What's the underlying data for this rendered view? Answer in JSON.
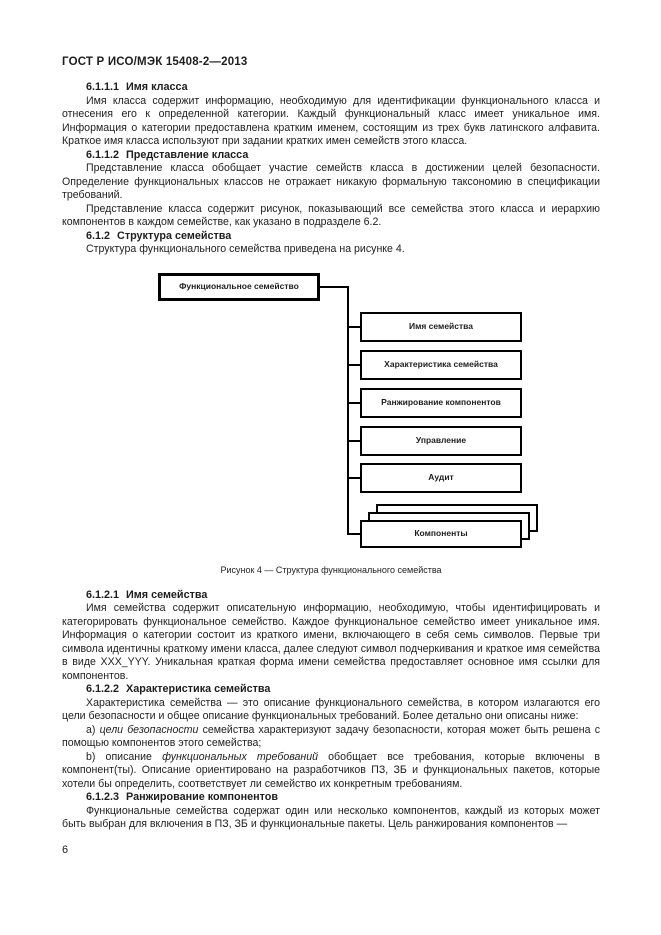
{
  "page": {
    "header": "ГОСТ Р ИСО/МЭК 15408-2—2013",
    "page_number": "6"
  },
  "content": {
    "h6111_num": "6.1.1.1",
    "h6111_title": "Имя класса",
    "p6111": "Имя класса содержит информацию, необходимую для идентификации функционального класса и отнесения его к определенной категории. Каждый функциональный класс имеет уникальное имя. Информация о категории предоставлена кратким именем, состоящим из трех букв латинского алфавита. Краткое имя класса используют при задании кратких имен семейств этого класса.",
    "h6112_num": "6.1.1.2",
    "h6112_title": "Представление класса",
    "p6112a": "Представление класса обобщает участие семейств класса в достижении целей безопасности. Определение функциональных классов не отражает никакую формальную таксономию в спецификации требований.",
    "p6112b": "Представление класса содержит рисунок, показывающий все семейства этого класса и иерархию компонентов в каждом семействе, как указано в подразделе 6.2.",
    "h612_num": "6.1.2",
    "h612_title": "Структура семейства",
    "p612": "Структура функционального семейства приведена на рисунке 4.",
    "h6121_num": "6.1.2.1",
    "h6121_title": "Имя семейства",
    "p6121": "Имя семейства содержит описательную информацию, необходимую, чтобы идентифицировать и категорировать функциональное семейство. Каждое функциональное семейство имеет уникальное имя. Информация о категории состоит из краткого имени, включающего в себя семь символов. Первые три символа идентичны краткому имени класса, далее следуют символ подчеркивания и краткое имя семейства в виде XXX_YYY. Уникальная краткая форма имени семейства предоставляет основное имя ссылки для компонентов.",
    "h6122_num": "6.1.2.2",
    "h6122_title": "Характеристика семейства",
    "p6122": "Характеристика семейства — это описание функционального семейства, в котором излагаются его цели безопасности и общее описание функциональных требований. Более детально они описаны ниже:",
    "list_a_prefix": "a) ",
    "list_a_italic": "цели безопасности",
    "list_a_rest": " семейства характеризуют задачу безопасности, которая может быть решена с помощью компонентов этого семейства;",
    "list_b_prefix": "b) описание ",
    "list_b_italic": "функциональных требований",
    "list_b_rest": " обобщает все требования, которые включены в компонент(ты). Описание ориентировано на разработчиков ПЗ, ЗБ и функциональных пакетов, которые хотели бы определить, соответствует ли семейство их конкретным требованиям.",
    "h6123_num": "6.1.2.3",
    "h6123_title": "Ранжирование компонентов",
    "p6123": "Функциональные семейства содержат один или несколько компонентов, каждый из которых может быть выбран для включения в ПЗ, ЗБ и функциональные пакеты. Цель ранжирования компонентов —"
  },
  "figure": {
    "root_label": "Функциональное семейство",
    "children": [
      "Имя семейства",
      "Характеристика семейства",
      "Ранжирование компонентов",
      "Управление",
      "Аудит"
    ],
    "stack_label": "Компоненты",
    "caption": "Рисунок 4 — Структура функционального семейства",
    "line_color": "#000000"
  }
}
